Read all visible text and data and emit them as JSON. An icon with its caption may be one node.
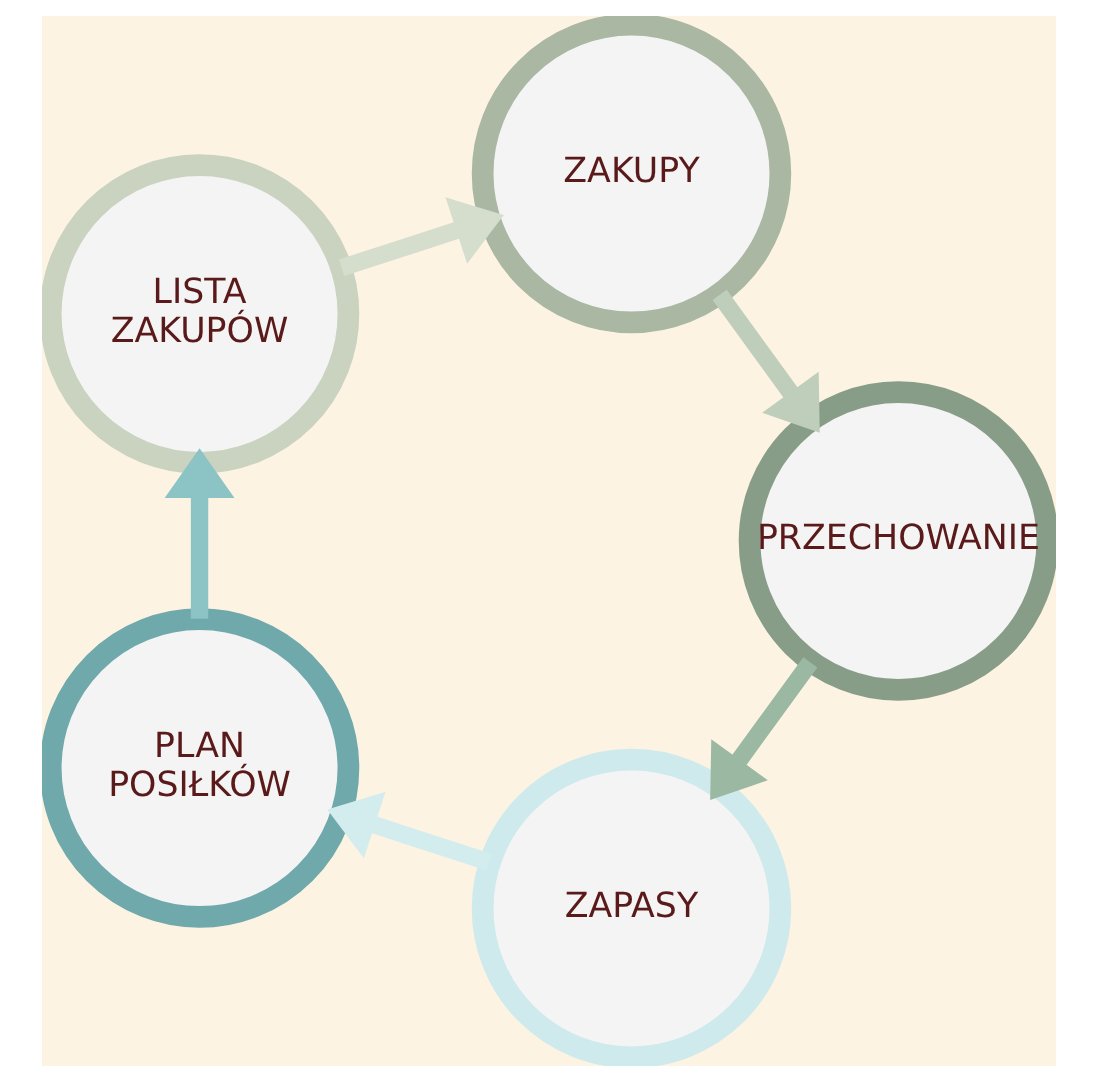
{
  "diagram": {
    "nodes": [
      {
        "text": [
          "ZAPASY"
        ]
      },
      {
        "text": [
          "PLAN POSIŁKÓW"
        ]
      },
      {
        "text": [
          "LISTA ZAKUPÓW"
        ]
      },
      {
        "text": [
          "ZAKUPY"
        ]
      },
      {
        "text": [
          "PRZECHOWANIE"
        ]
      }
    ],
    "edges": [
      {
        "from": 0,
        "to": 1,
        "arrow": "to",
        "color": "#d3ecee"
      },
      {
        "from": 1,
        "to": 2,
        "arrow": "to",
        "color": "#8cc3c4"
      },
      {
        "from": 2,
        "to": 3,
        "arrow": "to",
        "color": "#d5ddcd"
      },
      {
        "from": 3,
        "to": 4,
        "arrow": "to",
        "color": "#bfcdbb"
      },
      {
        "from": 4,
        "to": 0,
        "arrow": "to",
        "color": "#9bb8a2"
      }
    ]
  }
}
